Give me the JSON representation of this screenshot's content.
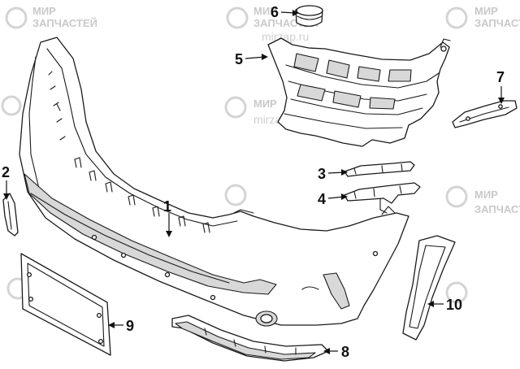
{
  "callouts": [
    {
      "id": "1",
      "label": "1"
    },
    {
      "id": "2",
      "label": "2"
    },
    {
      "id": "3",
      "label": "3"
    },
    {
      "id": "4",
      "label": "4"
    },
    {
      "id": "5",
      "label": "5"
    },
    {
      "id": "6",
      "label": "6"
    },
    {
      "id": "7",
      "label": "7"
    },
    {
      "id": "8",
      "label": "8"
    },
    {
      "id": "9",
      "label": "9"
    },
    {
      "id": "10",
      "label": "10"
    }
  ],
  "watermark": {
    "brand_line1": "МИР",
    "brand_line2": "ЗАПЧАСТЕЙ",
    "site": "mirzap.ru",
    "color": "#cccccc"
  },
  "colors": {
    "line": "#1a1a1a",
    "shade": "#d8d8d8",
    "background": "#ffffff"
  }
}
